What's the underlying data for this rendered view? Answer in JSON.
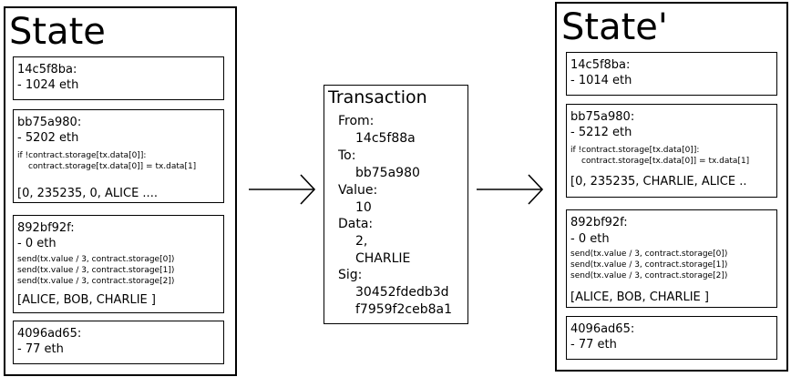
{
  "state_before": {
    "title": "State",
    "accounts": [
      {
        "address": "14c5f8ba:",
        "balance": "- 1024 eth"
      },
      {
        "address": "bb75a980:",
        "balance": "- 5202 eth",
        "code_if": "if !contract.storage[tx.data[0]]:",
        "code_body": "contract.storage[tx.data[0]] = tx.data[1]",
        "storage": "[0, 235235, 0, ALICE ...."
      },
      {
        "address": "892bf92f:",
        "balance": "- 0 eth",
        "code": [
          "send(tx.value / 3, contract.storage[0])",
          "send(tx.value / 3, contract.storage[1])",
          "send(tx.value / 3, contract.storage[2])"
        ],
        "storage": "[ALICE, BOB, CHARLIE ]"
      },
      {
        "address": "4096ad65:",
        "balance": "- 77 eth"
      }
    ]
  },
  "transaction": {
    "title": "Transaction",
    "from_label": "From:",
    "from_value": "14c5f88a",
    "to_label": "To:",
    "to_value": "bb75a980",
    "value_label": "Value:",
    "value_value": "10",
    "data_label": "Data:",
    "data_value_1": "2,",
    "data_value_2": "CHARLIE",
    "sig_label": "Sig:",
    "sig_value_1": "30452fdedb3d",
    "sig_value_2": "f7959f2ceb8a1"
  },
  "state_after": {
    "title": "State'",
    "accounts": [
      {
        "address": "14c5f8ba:",
        "balance": "- 1014 eth"
      },
      {
        "address": "bb75a980:",
        "balance": "- 5212 eth",
        "code_if": "if !contract.storage[tx.data[0]]:",
        "code_body": "contract.storage[tx.data[0]] = tx.data[1]",
        "storage": "[0, 235235, CHARLIE, ALICE .."
      },
      {
        "address": "892bf92f:",
        "balance": "- 0 eth",
        "code": [
          "send(tx.value / 3, contract.storage[0])",
          "send(tx.value / 3, contract.storage[1])",
          "send(tx.value / 3, contract.storage[2])"
        ],
        "storage": "[ALICE, BOB, CHARLIE ]"
      },
      {
        "address": "4096ad65:",
        "balance": "- 77 eth"
      }
    ]
  }
}
